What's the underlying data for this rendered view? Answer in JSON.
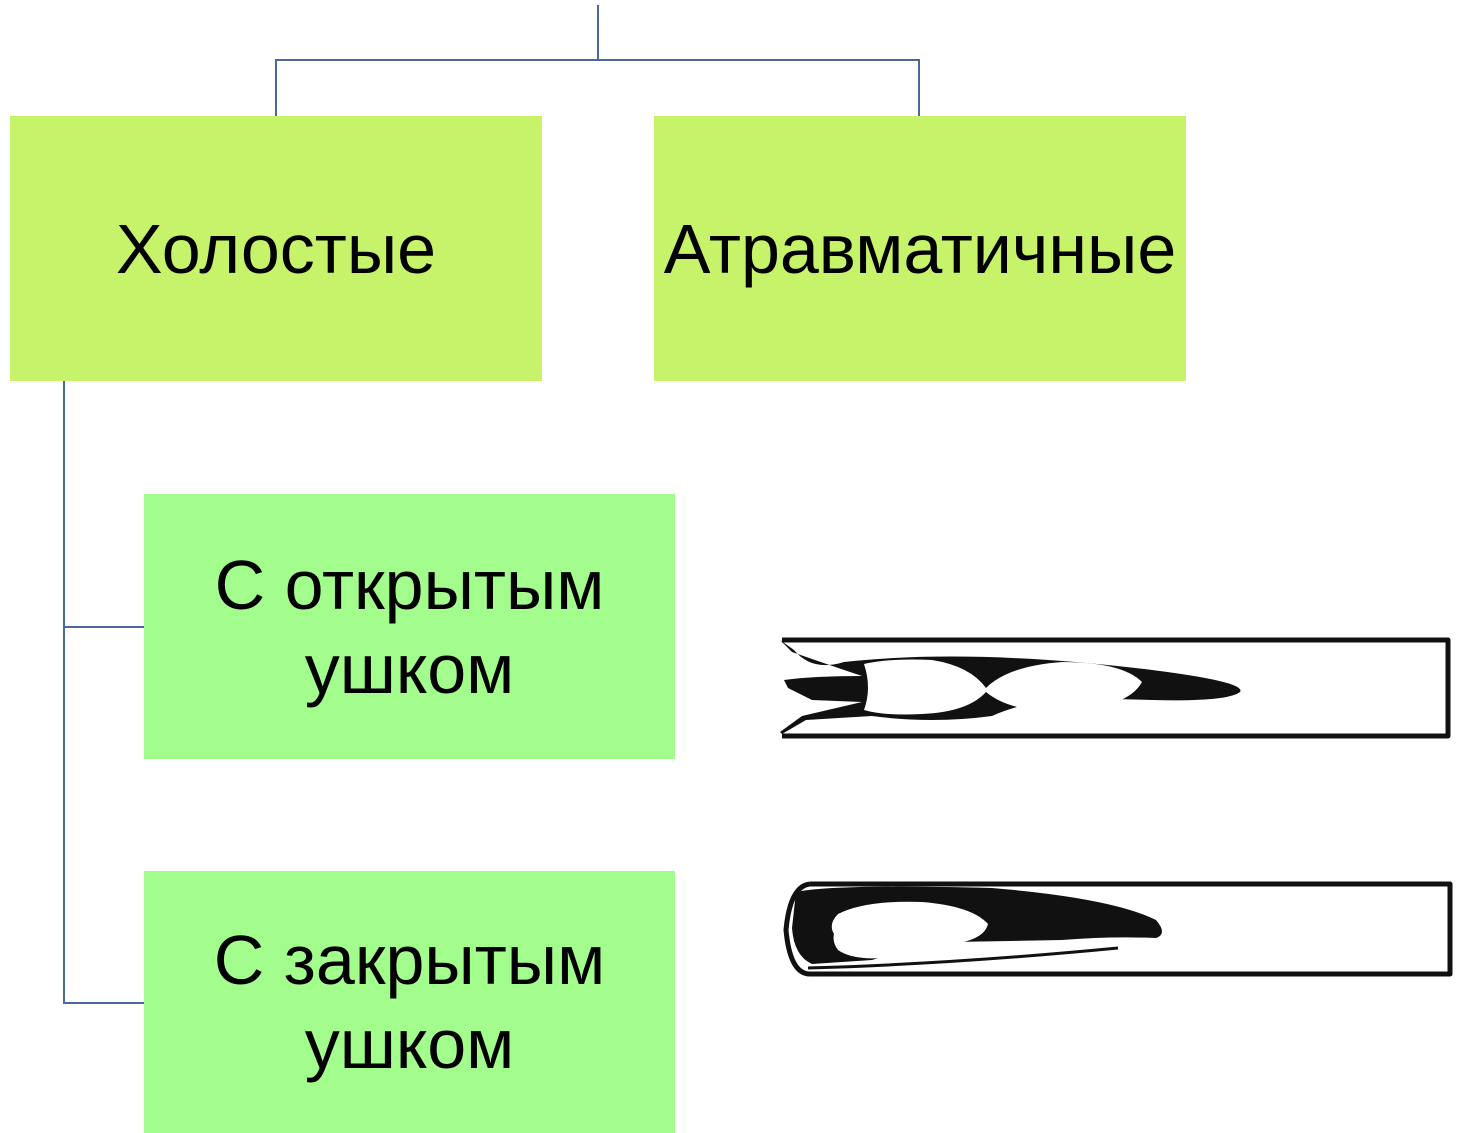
{
  "colors": {
    "level1_fill": "#c6f36a",
    "level2_fill": "#a2fd8d",
    "connector": "#4a6898",
    "needle": "#111111"
  },
  "diagram": {
    "nodes": [
      {
        "id": "holostye",
        "label": "Холостые",
        "level": 1
      },
      {
        "id": "atraum",
        "label": "Атравматичные",
        "level": 1
      },
      {
        "id": "open-eye",
        "label": "С открытым ушком",
        "level": 2,
        "parent": "holostye"
      },
      {
        "id": "closed-eye",
        "label": "С закрытым ушком",
        "level": 2,
        "parent": "holostye"
      }
    ],
    "icons": [
      "needle-open-eye-icon",
      "needle-closed-eye-icon"
    ]
  }
}
